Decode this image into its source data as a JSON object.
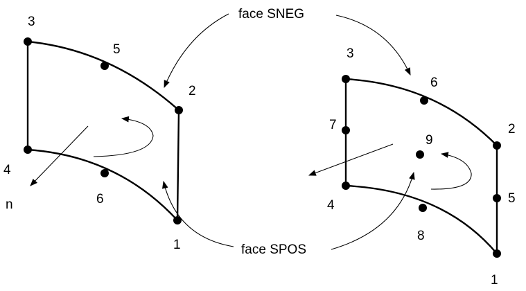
{
  "colors": {
    "stroke": "#000000",
    "background": "#ffffff"
  },
  "captions": {
    "top": "face SNEG",
    "bottom": "face SPOS"
  },
  "left_element": {
    "normal_label": "n",
    "nodes": [
      "1",
      "2",
      "3",
      "4",
      "5",
      "6"
    ]
  },
  "right_element": {
    "nodes": [
      "1",
      "2",
      "3",
      "4",
      "5",
      "6",
      "7",
      "8",
      "9"
    ]
  }
}
